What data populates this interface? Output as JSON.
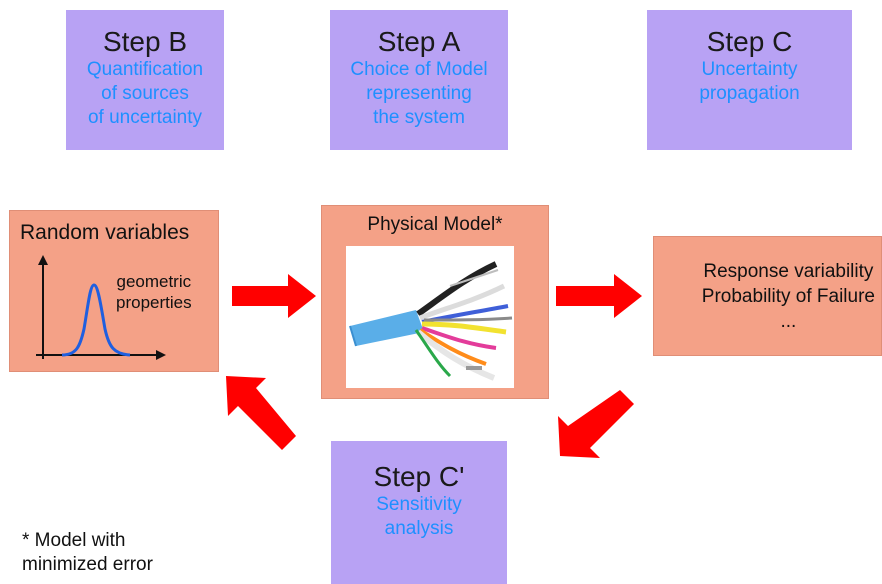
{
  "steps": {
    "b": {
      "title": "Step B",
      "subtitle": "Quantification\nof sources\nof uncertainty"
    },
    "a": {
      "title": "Step A",
      "subtitle": "Choice of Model\nrepresenting\nthe system"
    },
    "c": {
      "title": "Step C",
      "subtitle": "Uncertainty\npropagation"
    },
    "c_prime": {
      "title": "Step C'",
      "subtitle": "Sensitivity\nanalysis"
    }
  },
  "random_variables": {
    "title": "Random variables",
    "label": "geometric\nproperties"
  },
  "physical_model": {
    "title": "Physical Model*"
  },
  "response": {
    "line1": "Response variability",
    "line2": "Probability of Failure",
    "line3": "..."
  },
  "footnote": {
    "line1": "* Model with",
    "line2": "minimized error"
  },
  "colors": {
    "step_fill": "#b8a2f4",
    "step_subtitle": "#1e90ff",
    "box_fill": "#f4a187",
    "arrow": "#ff0000",
    "curve": "#1f5fe0"
  },
  "icons": {
    "cable_image": "multicore-cable-photo",
    "arrow": "right-arrow-icon",
    "curve": "gaussian-curve-icon"
  }
}
